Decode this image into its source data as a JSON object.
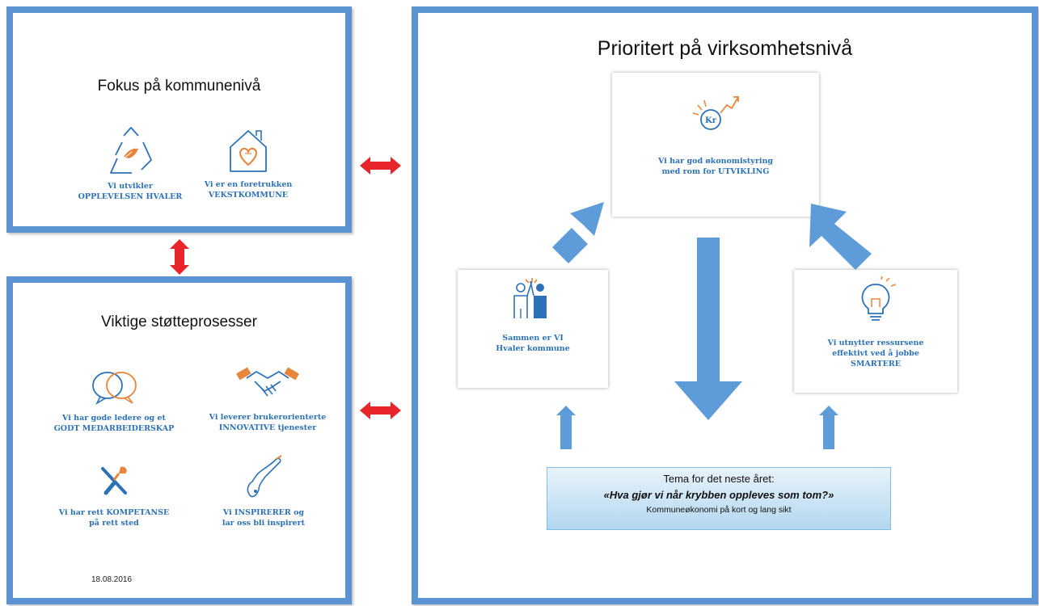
{
  "top_left": {
    "title": "Fokus på kommunenivå",
    "items": [
      {
        "icon": "recycle-leaf-icon",
        "label": "Vi utvikler\nOPPLEVELSEN HVALER"
      },
      {
        "icon": "house-heart-icon",
        "label": "Vi er en foretrukken\nVEKSTKOMMUNE"
      }
    ]
  },
  "bottom_left": {
    "title": "Viktige støtteprosesser",
    "items": [
      {
        "icon": "speech-bubbles-icon",
        "label": "Vi har gode ledere og et\nGODT MEDARBEIDERSKAP"
      },
      {
        "icon": "handshake-icon",
        "label": "Vi leverer brukerorienterte\nINNOVATIVE tjenester"
      },
      {
        "icon": "tools-icon",
        "label": "Vi har rett KOMPETANSE\npå rett sted"
      },
      {
        "icon": "norway-map-icon",
        "label": "Vi INSPIRERER og\nlar oss bli inspirert"
      }
    ],
    "date": "18.08.2016"
  },
  "right": {
    "title": "Prioritert på virksomhetsnivå",
    "top_card": {
      "icon": "kr-growth-icon",
      "label": "Vi har god økonomistyring\nmed rom for UTVIKLING"
    },
    "left_card": {
      "icon": "team-icon",
      "label": "Sammen er VI\nHvaler kommune"
    },
    "right_card": {
      "icon": "lightbulb-icon",
      "label": "Vi utnytter ressursene\neffektivt ved å jobbe\nSMARTERE"
    },
    "theme": {
      "title": "Tema for det neste året:",
      "quote": "«Hva gjør vi når krybben oppleves som tom?»",
      "subtitle": "Kommuneøkonomi  på kort og lang sikt"
    }
  },
  "colors": {
    "panel_border": "#5b93d3",
    "arrow_blue": "#5d9cd8",
    "connector_red": "#e8252a",
    "label_blue": "#2d72b8",
    "icon_orange": "#e8853a"
  }
}
